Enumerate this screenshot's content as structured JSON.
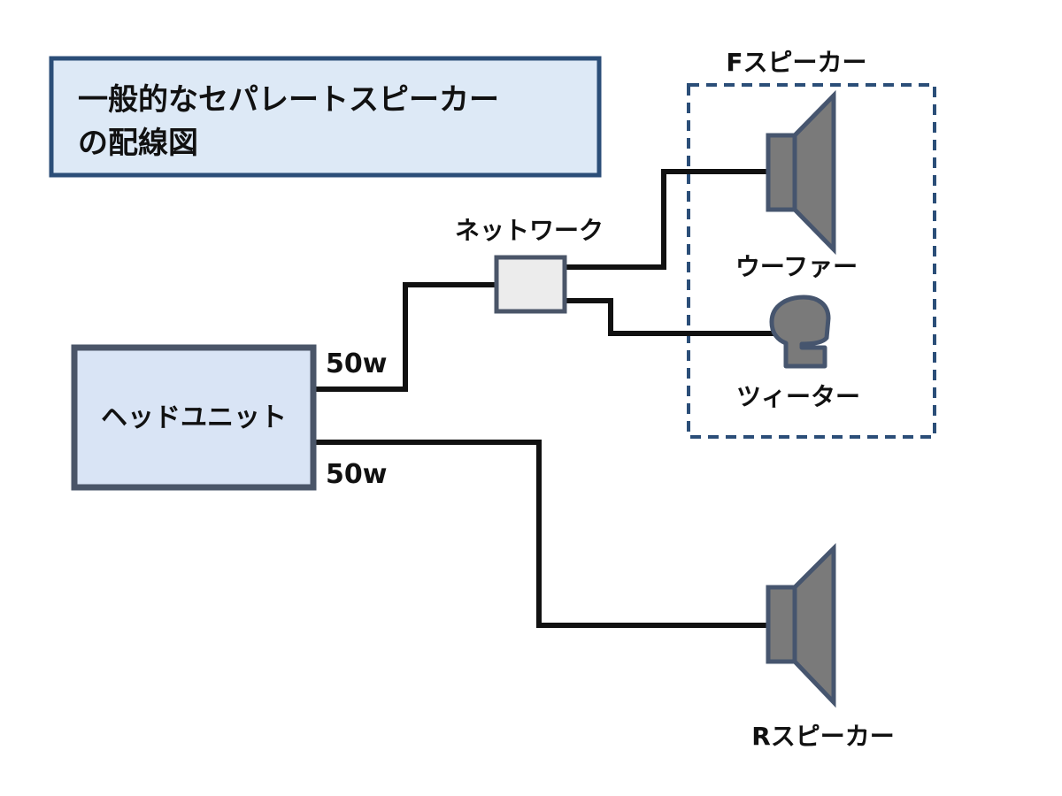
{
  "title": {
    "line1": "一般的なセパレートスピーカー",
    "line2": "の配線図"
  },
  "head_unit": {
    "label": "ヘッドユニット"
  },
  "network": {
    "label": "ネットワーク"
  },
  "front_speaker": {
    "group_label": "Fスピーカー",
    "woofer_label": "ウーファー",
    "tweeter_label": "ツィーター"
  },
  "rear_speaker": {
    "label": "Rスピーカー"
  },
  "outputs": {
    "front_power": "50w",
    "rear_power": "50w"
  },
  "colors": {
    "title_fill": "#dde9f6",
    "title_border": "#2b4e78",
    "head_unit_fill": "#d9e4f5",
    "head_unit_border": "#4a5568",
    "network_fill": "#ececec",
    "network_border": "#4a5568",
    "speaker_fill": "#7a7a7a",
    "speaker_border": "#46556e",
    "group_dash": "#2b4e78",
    "wire": "#111111"
  },
  "icons": {
    "woofer": "speaker-cone-icon",
    "tweeter": "tweeter-dome-icon",
    "rear": "speaker-cone-icon"
  }
}
